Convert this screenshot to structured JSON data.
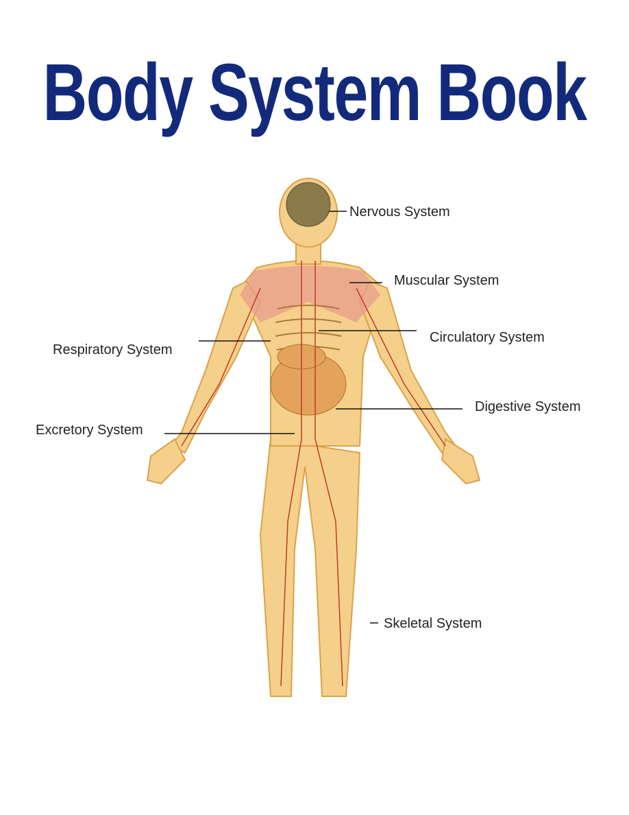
{
  "title": "Body System Book",
  "colors": {
    "title": "#132a7c",
    "skin": "#f2c77a",
    "muscle": "#e58a85",
    "label_text": "#222222"
  },
  "labels": {
    "nervous": "Nervous System",
    "muscular": "Muscular System",
    "circulatory": "Circulatory System",
    "respiratory": "Respiratory System",
    "digestive": "Digestive System",
    "excretory": "Excretory System",
    "skeletal": "Skeletal System"
  }
}
